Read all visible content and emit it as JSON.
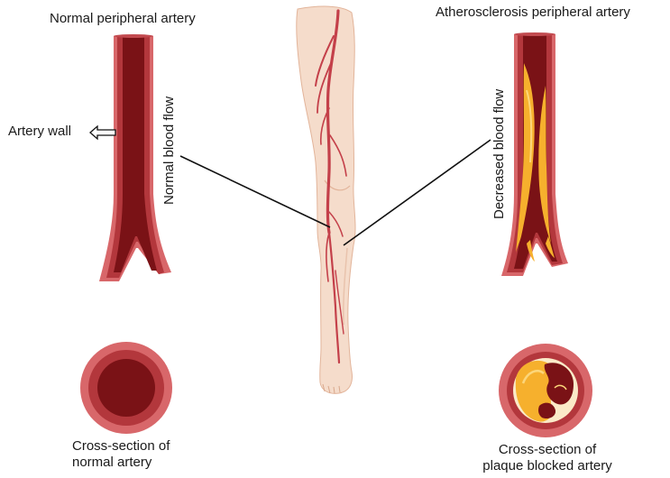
{
  "labels": {
    "normal_title": "Normal peripheral artery",
    "athero_title": "Atherosclerosis peripheral artery",
    "artery_wall": "Artery wall",
    "normal_flow": "Normal blood flow",
    "decreased_flow": "Decreased blood flow",
    "cross_normal_line1": "Cross-section of",
    "cross_normal_line2": "normal artery",
    "cross_plaque_line1": "Cross-section of",
    "cross_plaque_line2": "plaque blocked artery"
  },
  "colors": {
    "artery_outer": "#d8676a",
    "artery_wall": "#b3373c",
    "blood": "#7a1216",
    "plaque": "#f6b02d",
    "plaque_light": "#fcd67a",
    "skin": "#f5dccb",
    "skin_shadow": "#e7bfa7",
    "vessel": "#c4404a"
  }
}
